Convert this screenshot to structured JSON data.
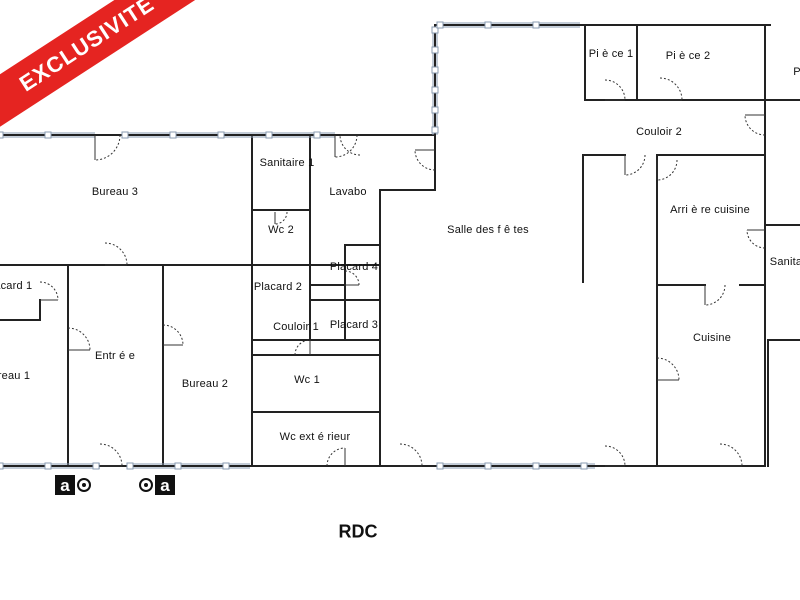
{
  "banner": {
    "text": "EXCLUSIVITÉ",
    "color": "#e52421"
  },
  "floor_label": "RDC",
  "rooms": [
    {
      "id": "bureau-3",
      "label": "Bureau 3"
    },
    {
      "id": "sanitaire-1",
      "label": "Sanitaire 1"
    },
    {
      "id": "lavabo",
      "label": "Lavabo"
    },
    {
      "id": "wc-2",
      "label": "Wc 2"
    },
    {
      "id": "placard-4",
      "label": "Placard 4"
    },
    {
      "id": "placard-2",
      "label": "Placard 2"
    },
    {
      "id": "couloir-1",
      "label": "Couloir 1"
    },
    {
      "id": "placard-3",
      "label": "Placard 3"
    },
    {
      "id": "wc-1",
      "label": "Wc 1"
    },
    {
      "id": "wc-exterieur",
      "label": "Wc ext é rieur"
    },
    {
      "id": "placard-1",
      "label": "lacard 1"
    },
    {
      "id": "bureau-1",
      "label": "reau 1"
    },
    {
      "id": "entree",
      "label": "Entr é e"
    },
    {
      "id": "bureau-2",
      "label": "Bureau 2"
    },
    {
      "id": "salle-des-fetes",
      "label": "Salle des f ê tes"
    },
    {
      "id": "piece-1",
      "label": "Pi è ce 1"
    },
    {
      "id": "piece-2",
      "label": "Pi è ce 2"
    },
    {
      "id": "piece-3-partial",
      "label": "P"
    },
    {
      "id": "couloir-2",
      "label": "Couloir 2"
    },
    {
      "id": "arriere-cuisine",
      "label": "Arri è re cuisine"
    },
    {
      "id": "sanitaire-2-partial",
      "label": "Sanita"
    },
    {
      "id": "cuisine",
      "label": "Cuisine"
    }
  ],
  "accessibility_icons": [
    {
      "id": "access-left",
      "letter": "a"
    },
    {
      "id": "access-right",
      "letter": "a"
    }
  ],
  "colors": {
    "wall": "#222222",
    "window": "#8a9bb0",
    "ink": "#111111"
  }
}
